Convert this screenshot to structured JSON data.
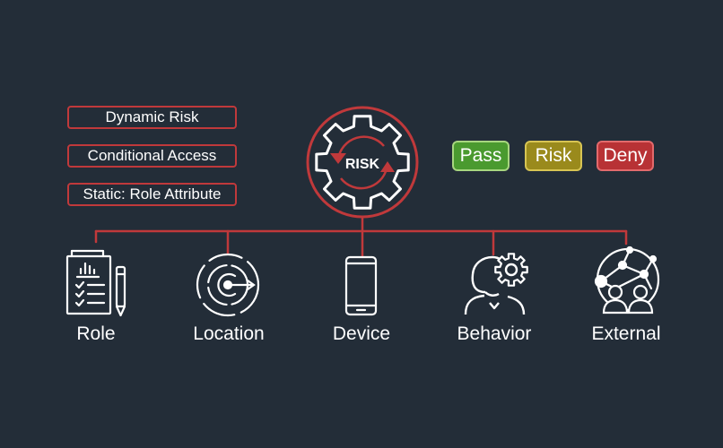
{
  "levels": [
    {
      "label": "Dynamic Risk"
    },
    {
      "label": "Conditional Access"
    },
    {
      "label": "Static: Role Attribute"
    }
  ],
  "hub": {
    "label": "RISK",
    "icon": "gear-cycle-icon"
  },
  "statuses": [
    {
      "label": "Pass",
      "bg": "#4a9a2f",
      "border": "#a7d67f"
    },
    {
      "label": "Risk",
      "bg": "#9a8a1c",
      "border": "#d7c453"
    },
    {
      "label": "Deny",
      "bg": "#b83235",
      "border": "#e26a6c"
    }
  ],
  "categories": [
    {
      "label": "Role",
      "icon": "clipboard-checklist-icon"
    },
    {
      "label": "Location",
      "icon": "location-target-icon"
    },
    {
      "label": "Device",
      "icon": "smartphone-icon"
    },
    {
      "label": "Behavior",
      "icon": "person-gear-icon"
    },
    {
      "label": "External",
      "icon": "globe-network-people-icon"
    }
  ],
  "colors": {
    "accent": "#c0393b",
    "background": "#232d38",
    "icon": "#ffffff"
  }
}
